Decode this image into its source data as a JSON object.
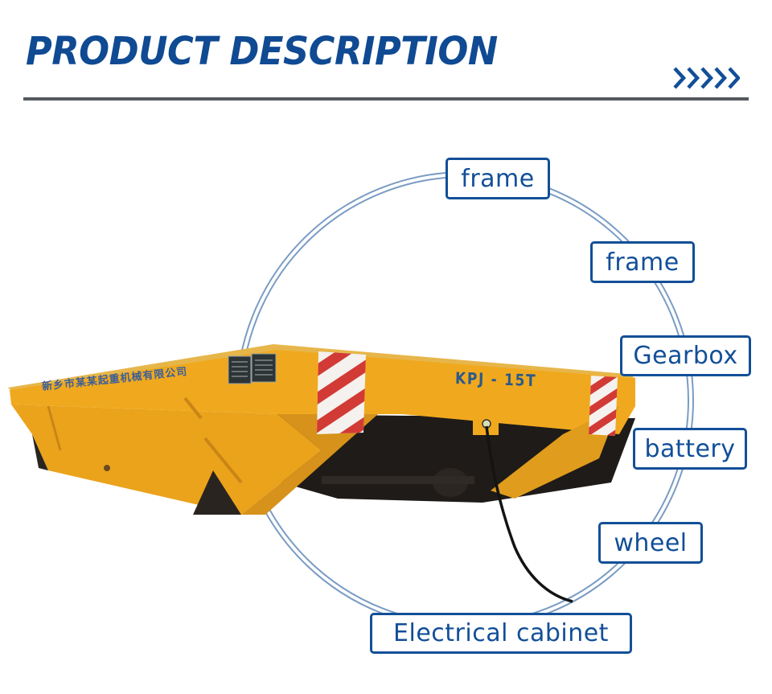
{
  "header": {
    "title": "PRODUCT DESCRIPTION",
    "decoration_icon": "chevrons-right-icon"
  },
  "product": {
    "model": "KPJ - 15T",
    "company_plate": "新乡市某某起重机械有限公司",
    "colors": {
      "body": "#f0a91e",
      "body_shadow": "#c9841a",
      "stripe_red": "#d23a35",
      "stripe_white": "#f4f1ee",
      "underside": "#1f1b18"
    }
  },
  "labels": [
    {
      "id": "frame-top",
      "text": "frame"
    },
    {
      "id": "frame-right",
      "text": "frame"
    },
    {
      "id": "gearbox",
      "text": "Gearbox"
    },
    {
      "id": "battery",
      "text": "battery"
    },
    {
      "id": "wheel",
      "text": "wheel"
    },
    {
      "id": "electrical-cabinet",
      "text": "Electrical cabinet"
    }
  ],
  "theme": {
    "accent": "#124f98",
    "title_color": "#0f4a93",
    "ring_color": "#7a9cc4",
    "rule_color": "#555a60"
  }
}
